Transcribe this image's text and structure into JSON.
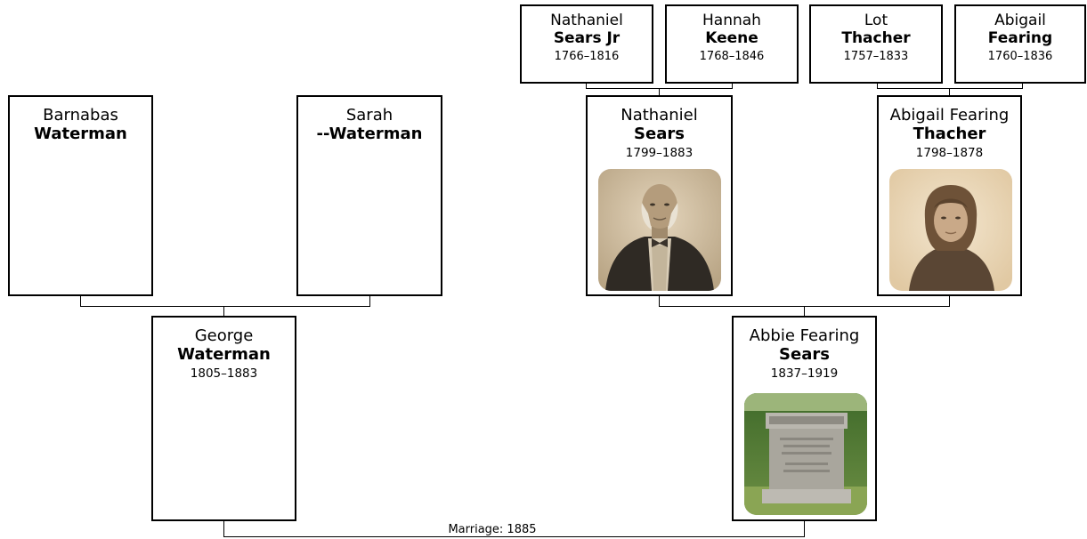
{
  "people": {
    "barnabas": {
      "first": "Barnabas",
      "last": "Waterman",
      "dates": ""
    },
    "sarah": {
      "first": "Sarah",
      "last": "--Waterman",
      "dates": ""
    },
    "george": {
      "first": "George",
      "last": "Waterman",
      "dates": "1805–1883"
    },
    "nathaniel_jr": {
      "first": "Nathaniel",
      "last": "Sears Jr",
      "dates": "1766–1816"
    },
    "hannah": {
      "first": "Hannah",
      "last": "Keene",
      "dates": "1768–1846"
    },
    "lot": {
      "first": "Lot",
      "last": "Thacher",
      "dates": "1757–1833"
    },
    "abigail_f": {
      "first": "Abigail",
      "last": "Fearing",
      "dates": "1760–1836"
    },
    "nathaniel": {
      "first": "Nathaniel",
      "last": "Sears",
      "dates": "1799–1883"
    },
    "abigail_t": {
      "first": "Abigail Fearing",
      "last": "Thacher",
      "dates": "1798–1878"
    },
    "abbie": {
      "first": "Abbie Fearing",
      "last": "Sears",
      "dates": "1837–1919"
    }
  },
  "marriage_label": "Marriage: 1885"
}
